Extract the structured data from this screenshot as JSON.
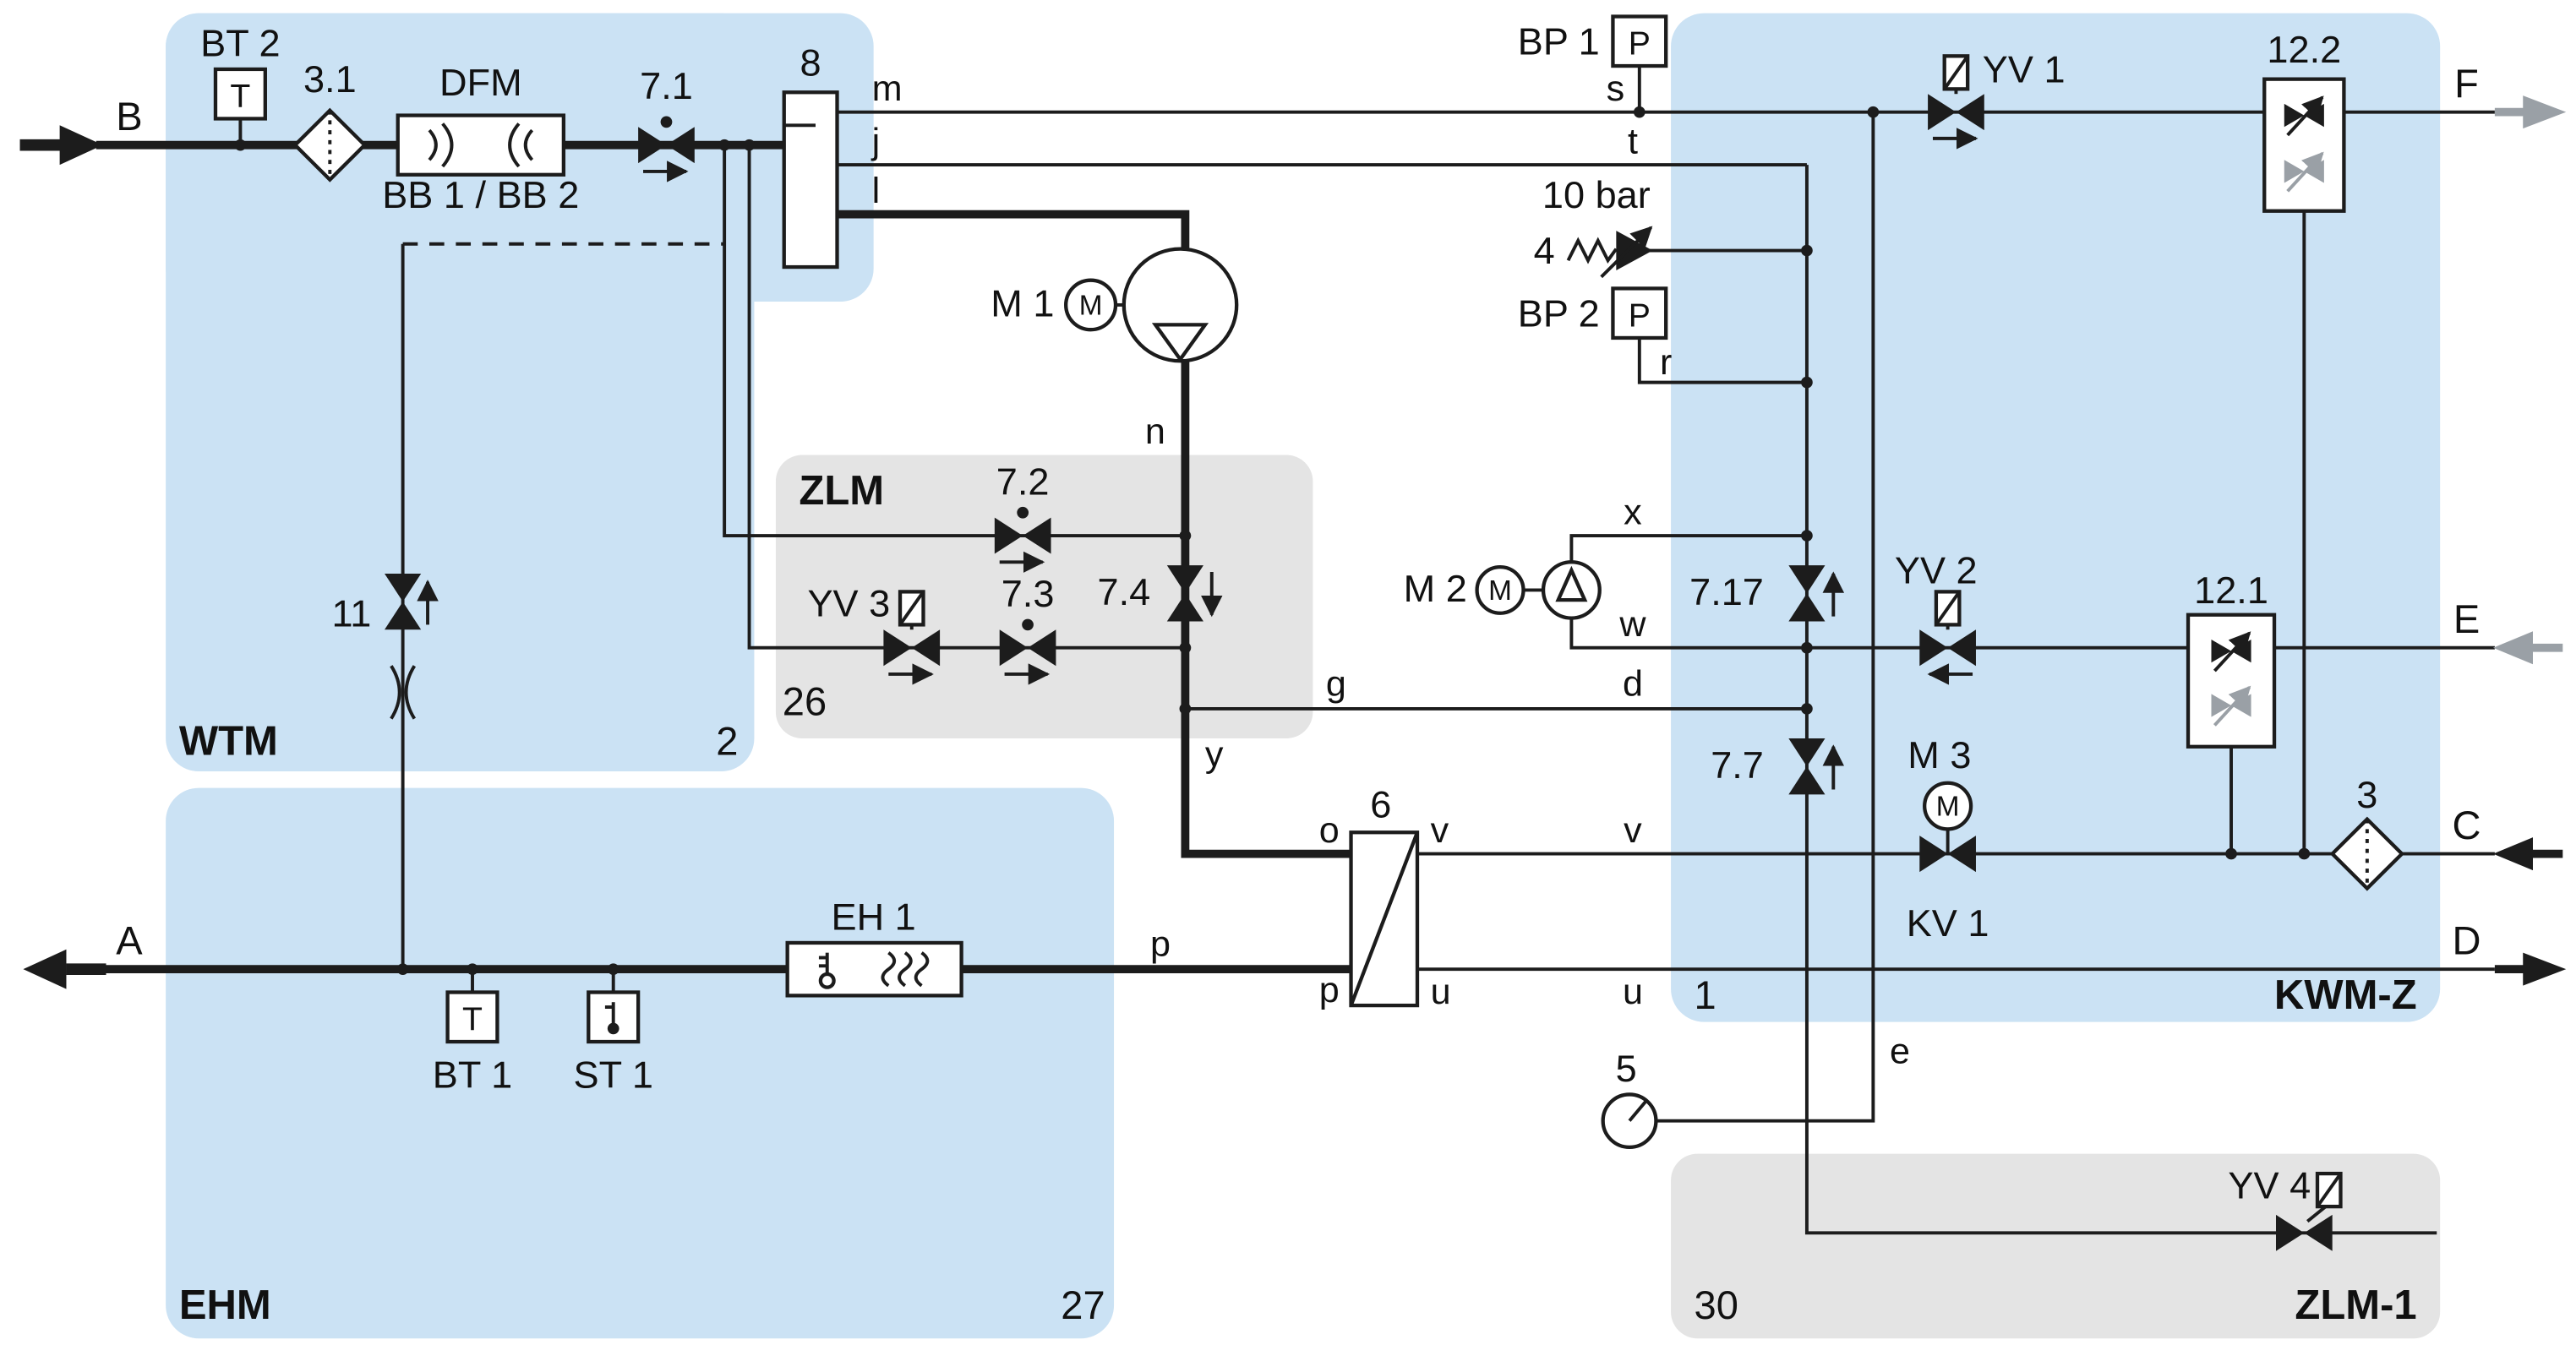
{
  "colors": {
    "region_blue": "#cbe2f4",
    "region_gray": "#e4e4e4",
    "line": "#1c1c1c",
    "arrow_gray": "#9aa0a6"
  },
  "regions": {
    "wtm": {
      "name": "WTM",
      "num": "2"
    },
    "ehm": {
      "name": "EHM",
      "num": "27"
    },
    "kwmz": {
      "name": "KWM-Z",
      "num": "1"
    },
    "zlm": {
      "name": "ZLM",
      "num": "26"
    },
    "zlm1": {
      "name": "ZLM-1",
      "num": "30"
    }
  },
  "endpoints": {
    "a": "A",
    "b": "B",
    "c": "C",
    "d": "D",
    "e": "E",
    "f": "F"
  },
  "ports": {
    "m": "m",
    "j": "j",
    "l": "l",
    "n": "n",
    "s": "s",
    "t": "t",
    "r": "r",
    "x": "x",
    "w": "w",
    "g": "g",
    "d": "d",
    "y": "y",
    "o": "o",
    "v": "v",
    "p": "p",
    "u": "u",
    "e": "e"
  },
  "instruments": {
    "bt2": {
      "label": "BT 2",
      "letter": "T"
    },
    "bt1": {
      "label": "BT 1",
      "letter": "T"
    },
    "st1": {
      "label": "ST 1"
    },
    "bp1": {
      "label": "BP 1",
      "letter": "P"
    },
    "bp2": {
      "label": "BP 2",
      "letter": "P"
    }
  },
  "motors": {
    "m1": {
      "label": "M 1",
      "letter": "M"
    },
    "m2": {
      "label": "M 2",
      "letter": "M"
    },
    "m3": {
      "label": "M 3",
      "letter": "M"
    }
  },
  "components": {
    "filter31": "3.1",
    "dfm": "DFM",
    "dfm_sub": "BB 1 / BB 2",
    "v71": "7.1",
    "vessel8": "8",
    "v72": "7.2",
    "yv3": "YV 3",
    "v73": "7.3",
    "v74": "7.4",
    "v11": "11",
    "relief_num": "4",
    "relief_setting": "10 bar",
    "v717": "7.17",
    "v77": "7.7",
    "yv1": "YV 1",
    "yv2": "YV 2",
    "yv4": "YV 4",
    "c122": "12.2",
    "c121": "12.1",
    "kv1": "KV 1",
    "filter3": "3",
    "hx6": "6",
    "gauge5": "5",
    "eh1": "EH 1"
  }
}
